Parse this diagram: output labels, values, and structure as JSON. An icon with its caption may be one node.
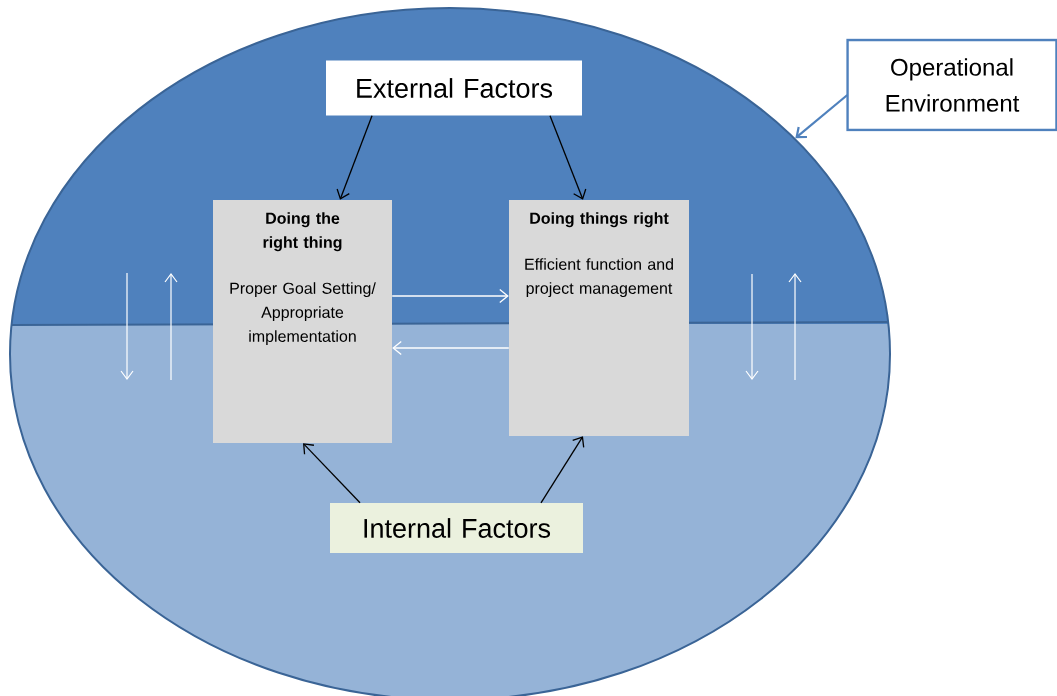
{
  "diagram": {
    "nodes": [
      {
        "text": [],
        "shape": "ellipse"
      },
      {
        "text": [
          "External Factors"
        ],
        "in": 0
      },
      {
        "text": [
          "Operational Environment"
        ]
      },
      {
        "text": [
          "Doing the right thing",
          "Proper Goal Setting/ Appropriate implementation"
        ],
        "in": 0
      },
      {
        "text": [
          "Doing things right",
          "Efficient function and project management"
        ],
        "in": 0
      },
      {
        "text": [
          "Internal Factors"
        ],
        "in": 0
      }
    ],
    "edges": [
      {
        "from": 2,
        "to": 0,
        "arrow": "to",
        "color": "#4f81bd"
      },
      {
        "from": 1,
        "to": 3,
        "arrow": "to"
      },
      {
        "from": 1,
        "to": 4,
        "arrow": "to"
      },
      {
        "from": 3,
        "to": 4,
        "arrow": "to",
        "color": "#ffffff"
      },
      {
        "from": 4,
        "to": 3,
        "arrow": "to",
        "color": "#ffffff"
      },
      {
        "from": 5,
        "to": 3,
        "arrow": "to"
      },
      {
        "from": 5,
        "to": 4,
        "arrow": "to"
      }
    ]
  }
}
